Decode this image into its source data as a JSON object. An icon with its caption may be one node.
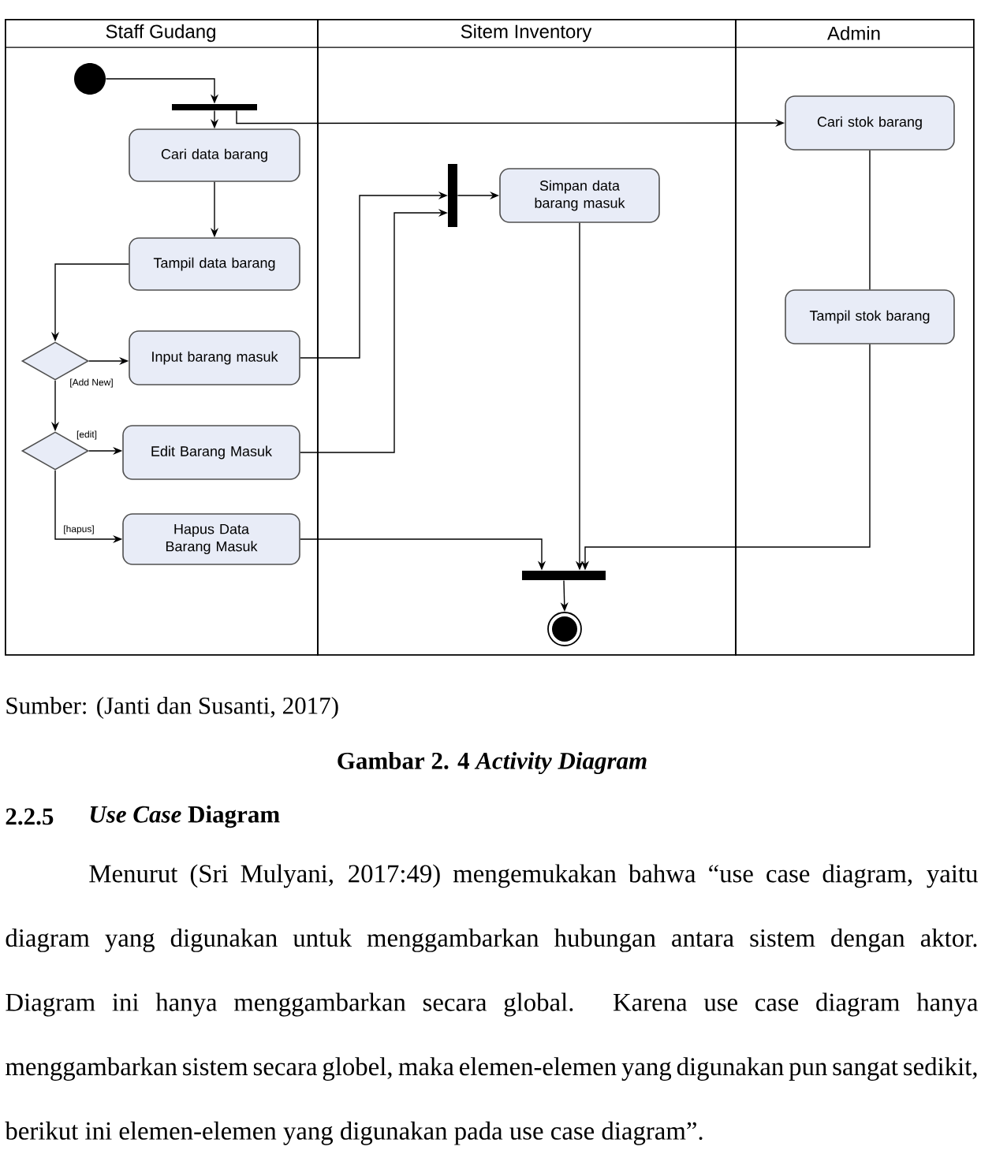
{
  "diagram": {
    "caption": "Gambar 2. 4 *Activity Diagram*",
    "nodes": [
      {
        "text": [
          "Staff Gudang"
        ]
      },
      {
        "text": [
          "Sitem Inventory"
        ]
      },
      {
        "text": [
          "Admin"
        ]
      },
      {
        "text": [],
        "shape": "circle",
        "in": 0
      },
      {
        "text": [],
        "shape": "bar",
        "in": 0
      },
      {
        "text": [
          "Cari data barang"
        ],
        "in": 0
      },
      {
        "text": [
          "Tampil data barang"
        ],
        "in": 0
      },
      {
        "text": [],
        "shape": "diamond",
        "in": 0
      },
      {
        "text": [
          "Input barang masuk"
        ],
        "in": 0
      },
      {
        "text": [],
        "shape": "diamond",
        "in": 0
      },
      {
        "text": [
          "Edit Barang Masuk"
        ],
        "in": 0
      },
      {
        "text": [
          "Hapus Data Barang Masuk"
        ],
        "in": 0
      },
      {
        "text": [],
        "shape": "bar",
        "in": 1
      },
      {
        "text": [
          "Simpan data barang masuk"
        ],
        "in": 1
      },
      {
        "text": [
          "Cari stok barang"
        ],
        "in": 2
      },
      {
        "text": [
          "Tampil stok barang"
        ],
        "in": 2
      },
      {
        "text": [],
        "shape": "bar",
        "in": 1
      },
      {
        "text": [],
        "shape": "circle",
        "in": 1
      }
    ],
    "edges": [
      {
        "from": 3,
        "to": 4,
        "arrow": "to"
      },
      {
        "from": 4,
        "to": 5,
        "arrow": "to"
      },
      {
        "from": 4,
        "to": 14,
        "arrow": "to"
      },
      {
        "from": 5,
        "to": 6,
        "arrow": "to"
      },
      {
        "from": 6,
        "to": 7,
        "arrow": "to"
      },
      {
        "from": 7,
        "to": 8,
        "arrow": "to",
        "label": "[Add New]"
      },
      {
        "from": 7,
        "to": 9,
        "arrow": "to"
      },
      {
        "from": 9,
        "to": 10,
        "arrow": "to",
        "label": "[edit]"
      },
      {
        "from": 9,
        "to": 11,
        "arrow": "to",
        "label": "[hapus]"
      },
      {
        "from": 8,
        "to": 12,
        "arrow": "to"
      },
      {
        "from": 10,
        "to": 12,
        "arrow": "to"
      },
      {
        "from": 12,
        "to": 13,
        "arrow": "to"
      },
      {
        "from": 14,
        "to": 15,
        "arrow": "none"
      },
      {
        "from": 11,
        "to": 16,
        "arrow": "to"
      },
      {
        "from": 13,
        "to": 16,
        "arrow": "to"
      },
      {
        "from": 15,
        "to": 16,
        "arrow": "to"
      },
      {
        "from": 16,
        "to": 17,
        "arrow": "to"
      }
    ],
    "labels": [
      "Sumber: (Janti dan Susanti, 2017)",
      "2.2.5",
      "*Use Case* Diagram",
      "Menurut (Sri Mulyani, 2017:49) mengemukakan bahwa “use case diagram, yaitu diagram yang digunakan untuk menggambarkan hubungan antara sistem dengan aktor. Diagram ini hanya menggambarkan secara global. Karena use case diagram hanya menggambarkan sistem secara globel, maka elemen-elemen yang digunakan pun sangat sedikit, berikut ini elemen-elemen yang digunakan pada use case diagram”."
    ]
  }
}
